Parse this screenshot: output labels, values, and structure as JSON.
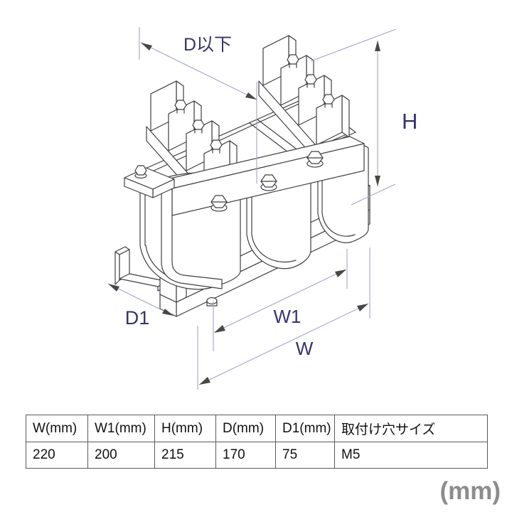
{
  "diagram": {
    "dimension_labels": {
      "depth_max": "D以下",
      "height": "H",
      "mount_pitch_depth": "D1",
      "mount_pitch_width": "W1",
      "width": "W"
    },
    "colors": {
      "outline": "#3f3f3f",
      "dimension_line": "#a0a6c8",
      "arrow": "#474747",
      "label": "#35356b"
    }
  },
  "table": {
    "headers": [
      "W(mm)",
      "W1(mm)",
      "H(mm)",
      "D(mm)",
      "D1(mm)",
      "取付け穴サイズ"
    ],
    "values": [
      "220",
      "200",
      "215",
      "170",
      "75",
      "M5"
    ]
  },
  "footer": {
    "unit_label": "(mm)"
  }
}
